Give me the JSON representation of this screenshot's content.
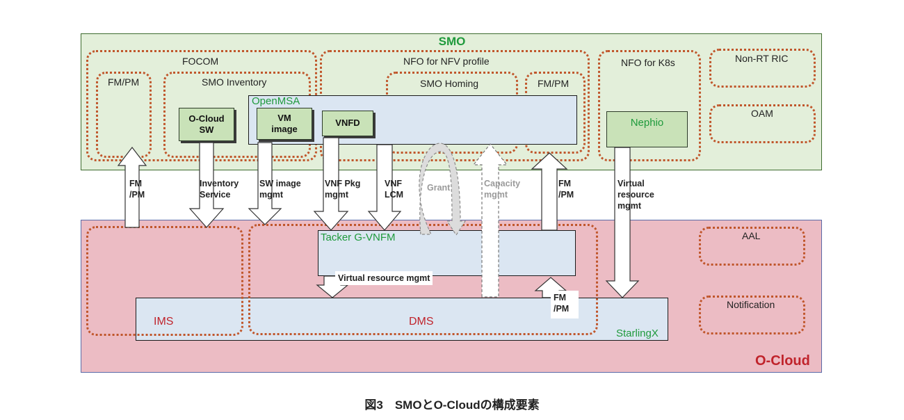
{
  "smo": {
    "title": "SMO"
  },
  "ocloud": {
    "title": "O-Cloud"
  },
  "focom": {
    "label": "FOCOM",
    "fmpm": "FM/PM",
    "smo_inventory": "SMO Inventory",
    "ocloud_sw": "O-Cloud SW"
  },
  "nfo_nfv": {
    "label": "NFO for NFV profile",
    "smo_homing": "SMO Homing",
    "fmpm": "FM/PM"
  },
  "openmsa": {
    "label": "OpenMSA",
    "vm_image": "VM image",
    "vnfd": "VNFD"
  },
  "nfo_k8s": {
    "label": "NFO for K8s",
    "nephio": "Nephio"
  },
  "non_rt_ric": "Non-RT RIC",
  "oam": "OAM",
  "aal": "AAL",
  "notification": "Notification",
  "tacker": "Tacker G-VNFM",
  "ims": "IMS",
  "dms": "DMS",
  "starlingx": "StarlingX",
  "arrows": {
    "fm_pm_left": "FM /PM",
    "inventory_service": "Inventory Service",
    "sw_image": "SW image mgmt",
    "vnf_pkg": "VNF Pkg mgmt",
    "vnf_lcm": "VNF LCM",
    "grant": "Grant",
    "capacity": "Capacity mgmt",
    "fm_pm_right": "FM /PM",
    "virtual_resource": "Virtual resource mgmt",
    "virtual_resource_inner": "Virtual resource mgmt",
    "fm_pm_inner": "FM /PM"
  },
  "caption": "図3　SMOとO-Cloudの構成要素",
  "colors": {
    "smo_bg": "#e3efda",
    "ocloud_bg": "#ecbcc4",
    "dotted_border": "#c0562b",
    "component_blue": "#dbe6f2",
    "component_green": "#c9e2b8",
    "title_green": "#1f9a3c",
    "title_red": "#c0232b"
  }
}
